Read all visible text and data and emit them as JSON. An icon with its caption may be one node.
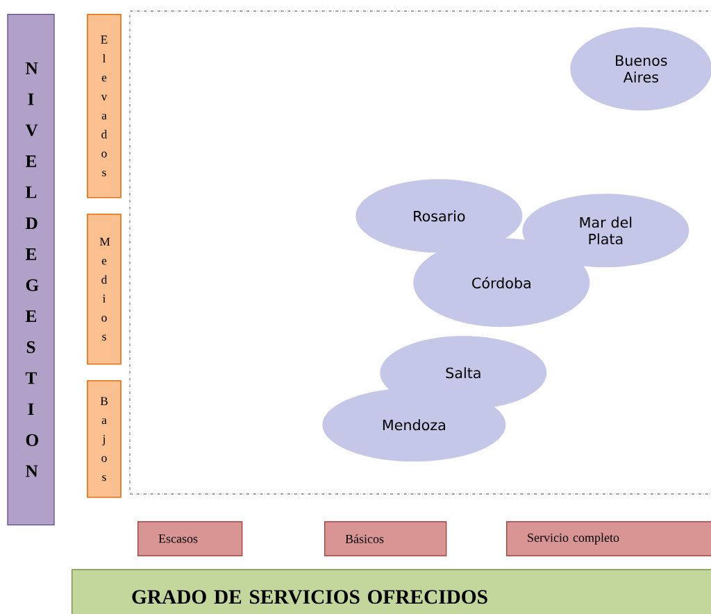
{
  "diagram": {
    "nodes": [
      {
        "text": [
          "NIVEL DE GESTION"
        ]
      },
      {
        "text": [
          "Elevados"
        ]
      },
      {
        "text": [
          "Medios"
        ]
      },
      {
        "text": [
          "Bajos"
        ]
      },
      {
        "text": [],
        "shape": "box"
      },
      {
        "text": [
          "Buenos Aires"
        ],
        "in": 4
      },
      {
        "text": [
          "Rosario"
        ],
        "in": 4
      },
      {
        "text": [
          "Mar del Plata"
        ],
        "in": 4
      },
      {
        "text": [
          "Córdoba"
        ],
        "in": 4
      },
      {
        "text": [
          "Salta"
        ],
        "in": 4
      },
      {
        "text": [
          "Mendoza"
        ],
        "in": 4
      },
      {
        "text": [
          "Escasos"
        ]
      },
      {
        "text": [
          "Básicos"
        ]
      },
      {
        "text": [
          "Servicio completo"
        ]
      },
      {
        "text": [
          "GRADO DE SERVICIOS OFRECIDOS"
        ]
      }
    ]
  }
}
